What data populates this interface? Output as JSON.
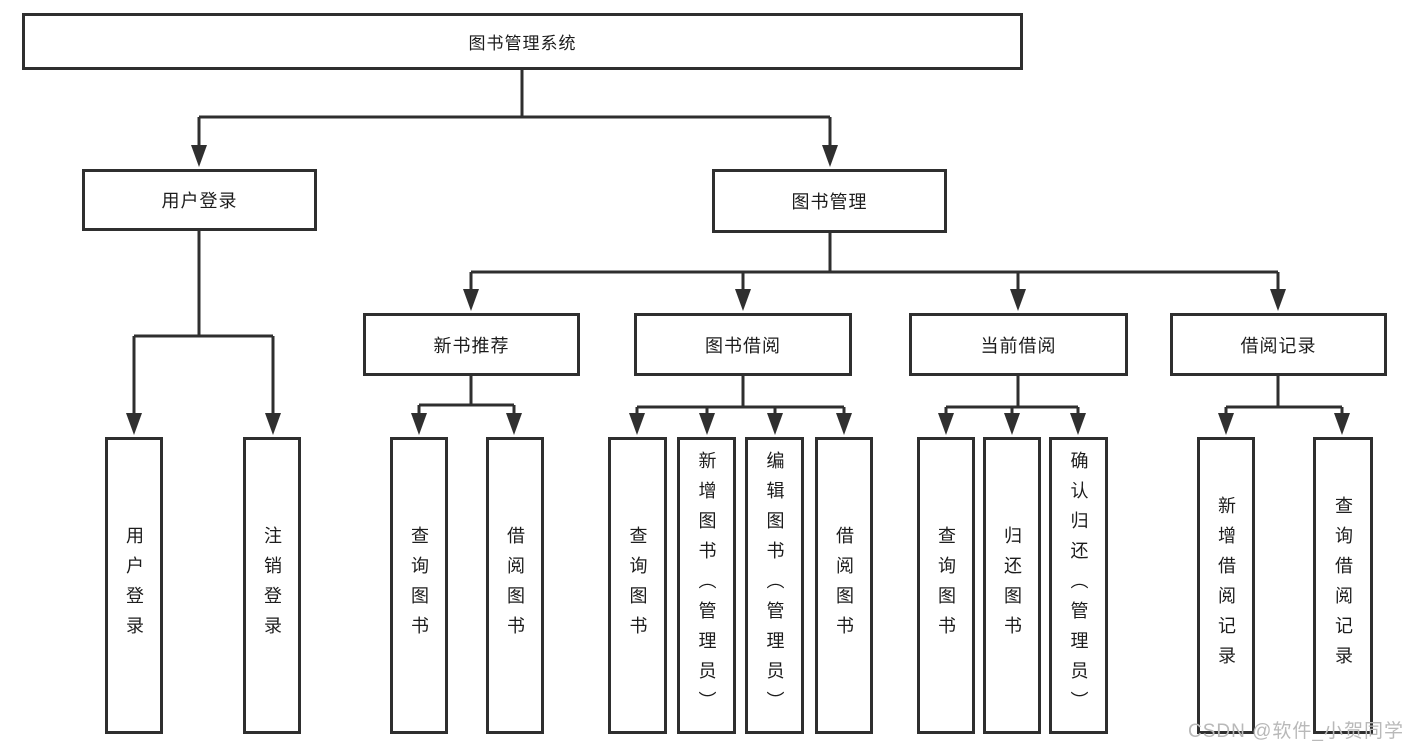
{
  "diagram": {
    "root": {
      "label": "图书管理系统"
    },
    "level2": [
      {
        "label": "用户登录"
      },
      {
        "label": "图书管理"
      }
    ],
    "level3": [
      {
        "label": "新书推荐"
      },
      {
        "label": "图书借阅"
      },
      {
        "label": "当前借阅"
      },
      {
        "label": "借阅记录"
      }
    ],
    "leaves": [
      {
        "label": "用户登录"
      },
      {
        "label": "注销登录"
      },
      {
        "label": "查询图书"
      },
      {
        "label": "借阅图书"
      },
      {
        "label": "查询图书"
      },
      {
        "label": "新增图书（管理员）"
      },
      {
        "label": "编辑图书（管理员）"
      },
      {
        "label": "借阅图书"
      },
      {
        "label": "查询图书"
      },
      {
        "label": "归还图书"
      },
      {
        "label": "确认归还（管理员）"
      },
      {
        "label": "新增借阅记录"
      },
      {
        "label": "查询借阅记录"
      }
    ],
    "watermark": "CSDN @软件_小贺同学"
  },
  "colors": {
    "line": "#2f2f2f",
    "text": "#1c1c1c",
    "watermark": "#b9b9b9",
    "background": "#ffffff"
  }
}
